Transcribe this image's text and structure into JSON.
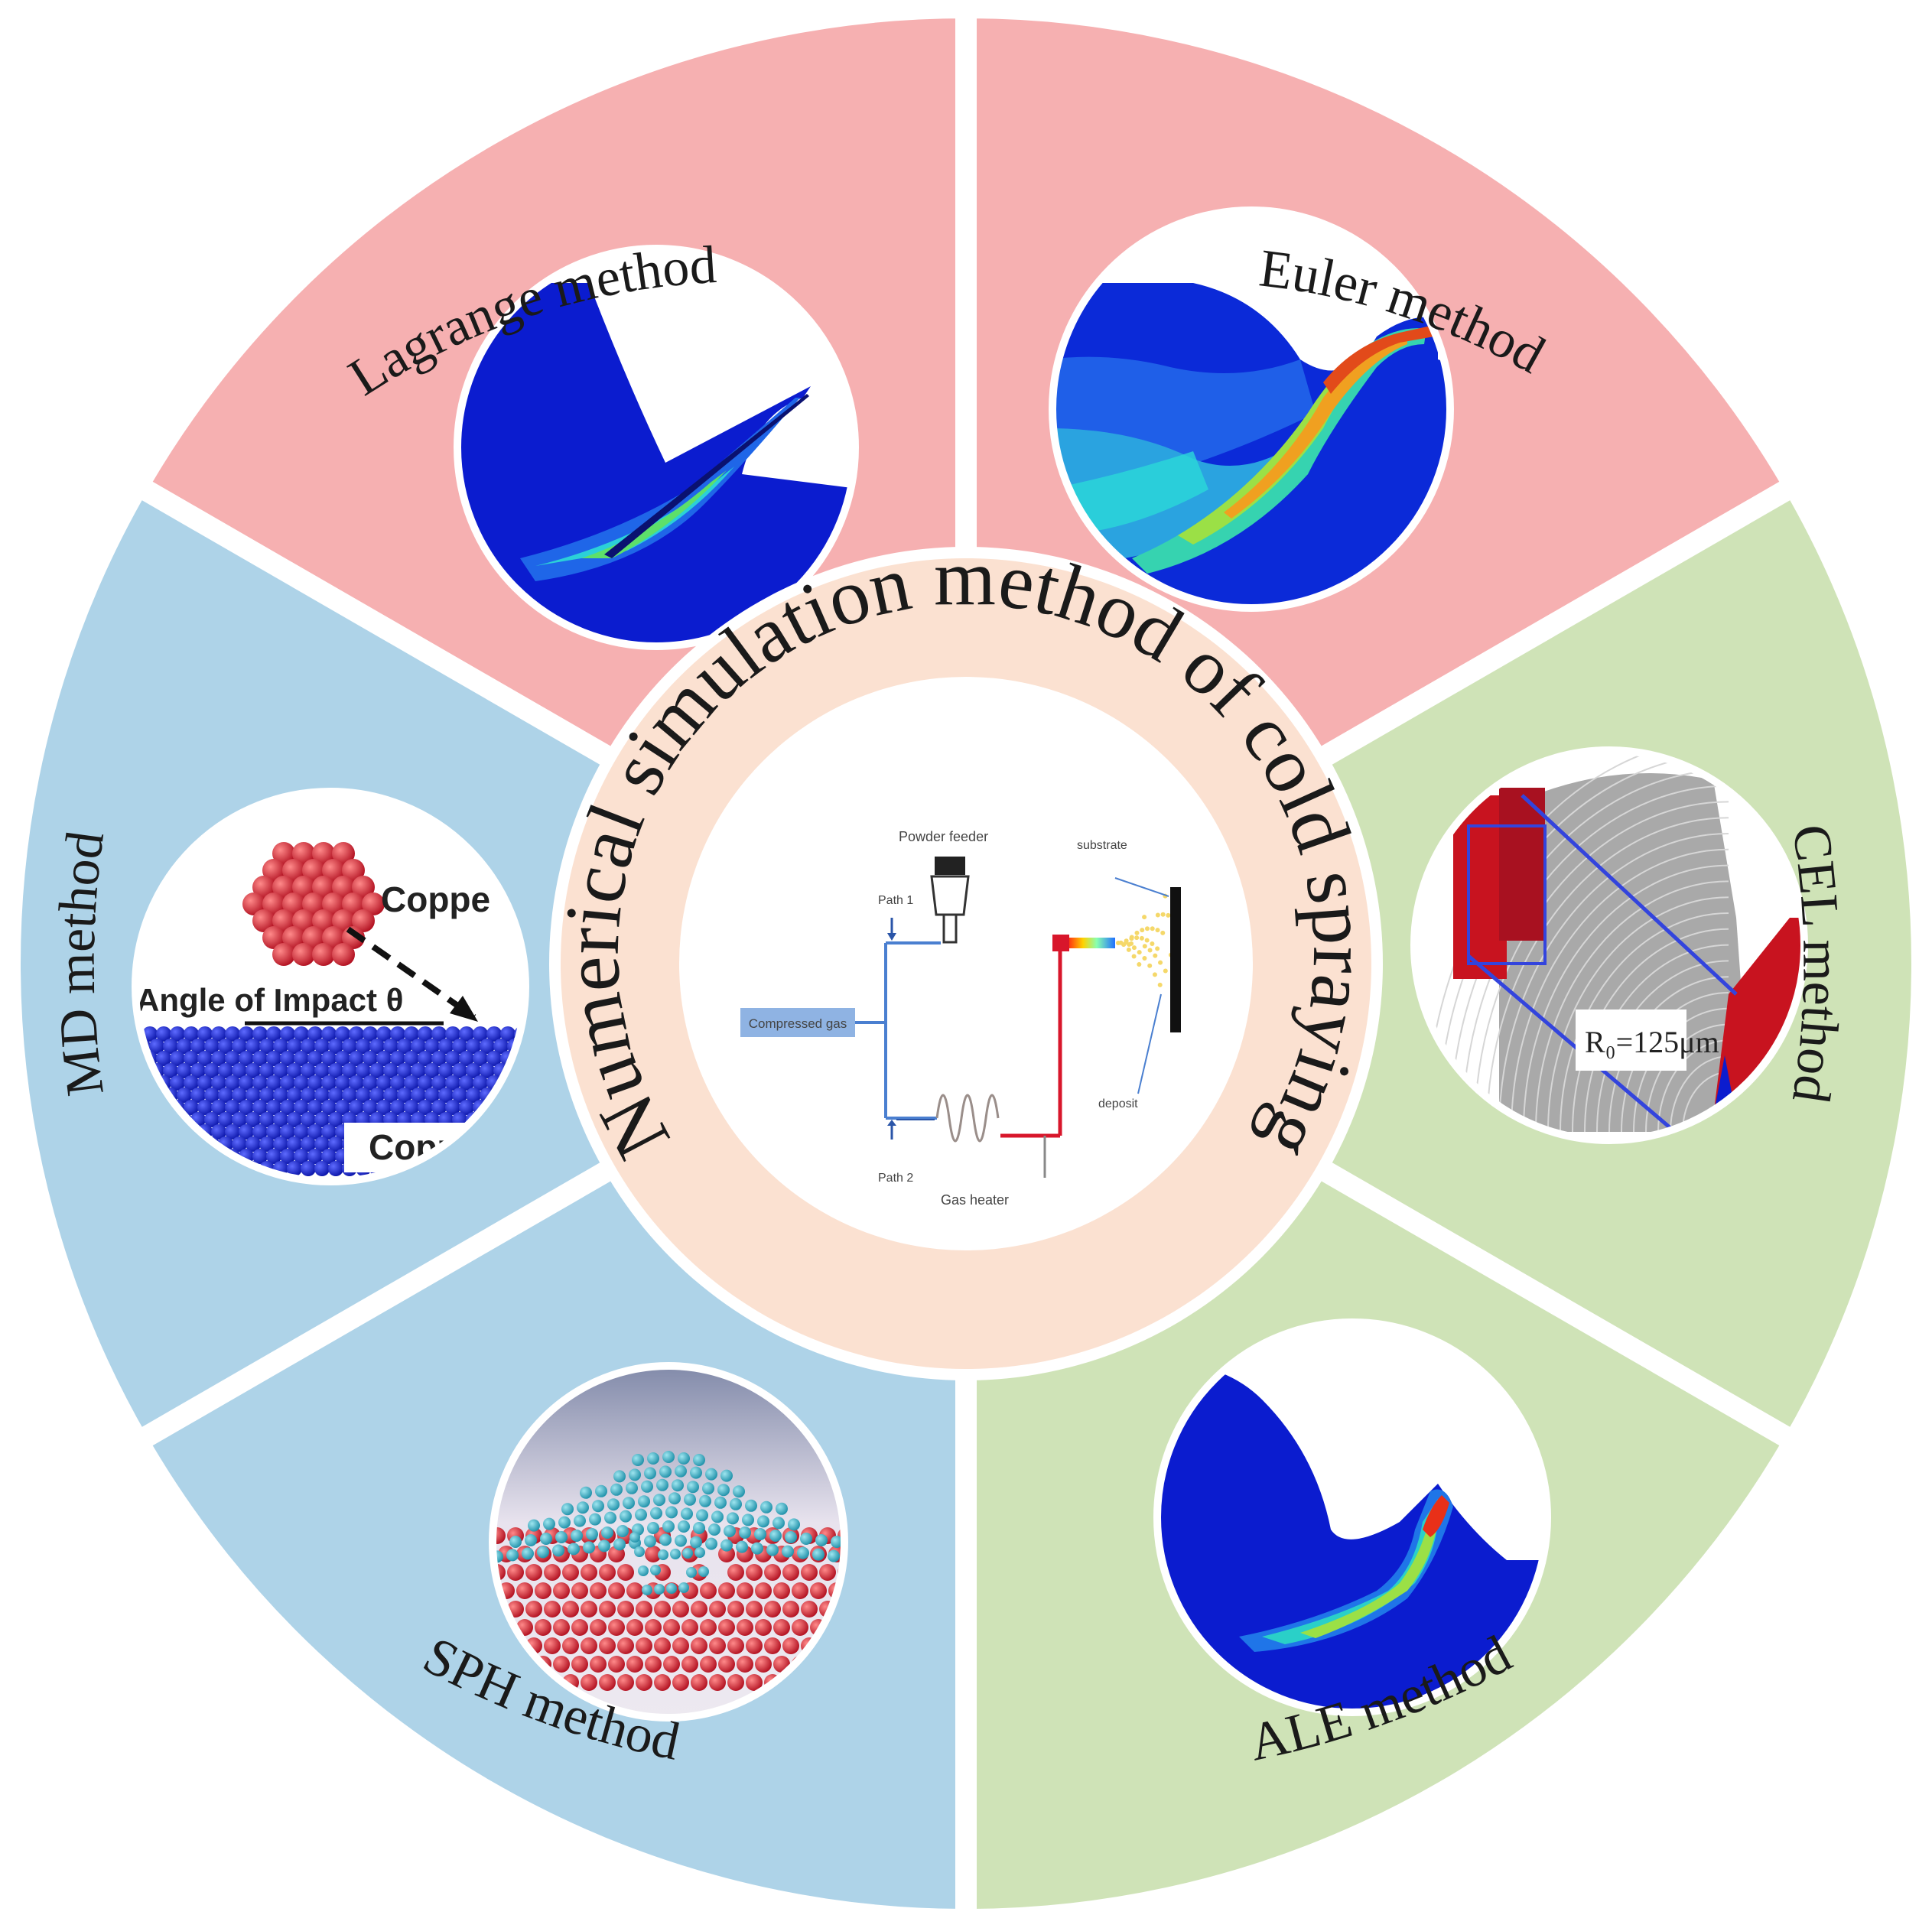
{
  "title": "Numerical simulation method of cold spraying",
  "colors": {
    "lagrange_euler_sector": "#f6b0b1",
    "cel_ale_sector": "#cfe3b7",
    "md_sph_sector": "#aed3e8",
    "center_ring": "#fbe1d1",
    "mesh_blue": "#0b1ccf",
    "particle_red": "#d8162b"
  },
  "segments": [
    {
      "id": "lagrange",
      "label": "Lagrange method",
      "icon": "lagrange-contour-icon"
    },
    {
      "id": "euler",
      "label": "Euler method",
      "icon": "euler-contour-icon"
    },
    {
      "id": "cel",
      "label": "CEL method",
      "icon": "cel-mesh-icon"
    },
    {
      "id": "ale",
      "label": "ALE  method",
      "icon": "ale-contour-icon"
    },
    {
      "id": "sph",
      "label": "SPH method",
      "icon": "sph-particles-icon"
    },
    {
      "id": "md",
      "label": "MD method",
      "icon": "md-atoms-icon"
    }
  ],
  "md_image": {
    "particle_label": "Coppe",
    "angle_label": "Angle of Impact θ",
    "substrate_label": "Coppe"
  },
  "cel_image": {
    "radius_label": "R₀=125μm"
  },
  "schematic": {
    "powder_feeder": "Powder feeder",
    "path1": "Path 1",
    "path2": "Path 2",
    "compressed_gas": "Compressed gas",
    "gas_heater": "Gas heater",
    "substrate": "substrate",
    "deposit": "deposit"
  }
}
